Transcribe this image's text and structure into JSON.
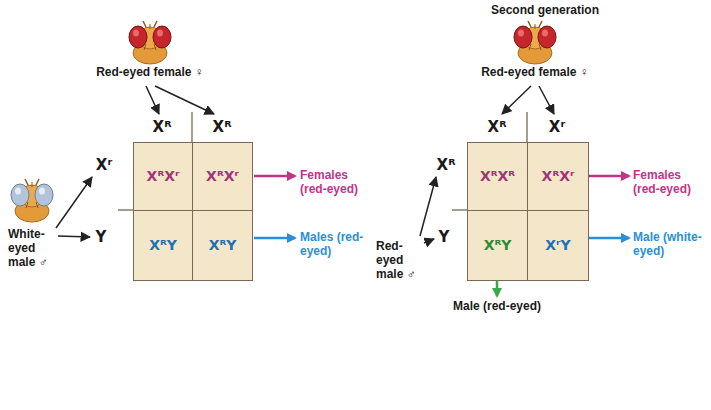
{
  "diagram": {
    "nodes": [
      {
        "text": [
          "XᴿXʳ"
        ]
      },
      {
        "text": [
          "XᴿXʳ"
        ]
      },
      {
        "text": [
          "XᴿY"
        ]
      },
      {
        "text": [
          "XᴿY"
        ]
      },
      {
        "text": [
          "XᴿXᴿ"
        ]
      },
      {
        "text": [
          "XᴿXʳ"
        ]
      },
      {
        "text": [
          "XᴿY"
        ]
      },
      {
        "text": [
          "XʳY"
        ]
      }
    ],
    "labels": [
      "Red-eyed female ♀",
      "Xᴿ",
      "Xᴿ",
      "White-eyed male ♂",
      "Xʳ",
      "Y",
      "Females (red-eyed)",
      "Males (red-eyed)",
      "Second generation",
      "Red-eyed female ♀",
      "Xᴿ",
      "Xʳ",
      "Red-eyed male ♂",
      "Xᴿ",
      "Y",
      "Females (red-eyed)",
      "Male (white-eyed)",
      "Male (red-eyed)"
    ]
  }
}
